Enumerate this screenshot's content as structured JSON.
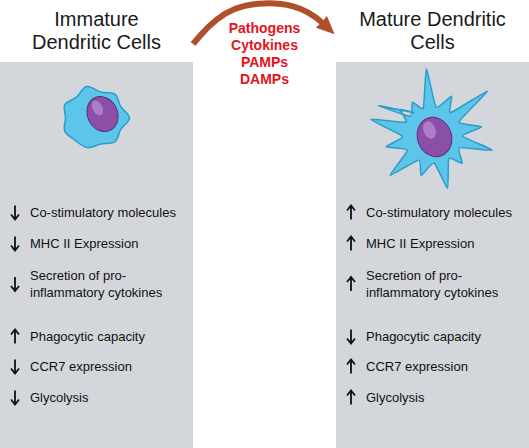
{
  "diagram": {
    "nodes": [
      {
        "text": [
          "Immature Dendritic Cells",
          "Co-stimulatory molecules",
          "MHC II Expression",
          "Secretion of pro-inflammatory cytokines",
          "Phagocytic capacity",
          "CCR7 expression",
          "Glycolysis"
        ]
      },
      {
        "text": [
          "Mature Dendritic Cells",
          "Co-stimulatory molecules",
          "MHC II Expression",
          "Secretion of pro-inflammatory cytokines",
          "Phagocytic capacity",
          "CCR7 expression",
          "Glycolysis"
        ]
      }
    ],
    "edges": [
      {
        "from": 0,
        "to": 1,
        "arrow": "to",
        "label": "Pathogens Cytokines PAMPs DAMPs"
      }
    ]
  }
}
